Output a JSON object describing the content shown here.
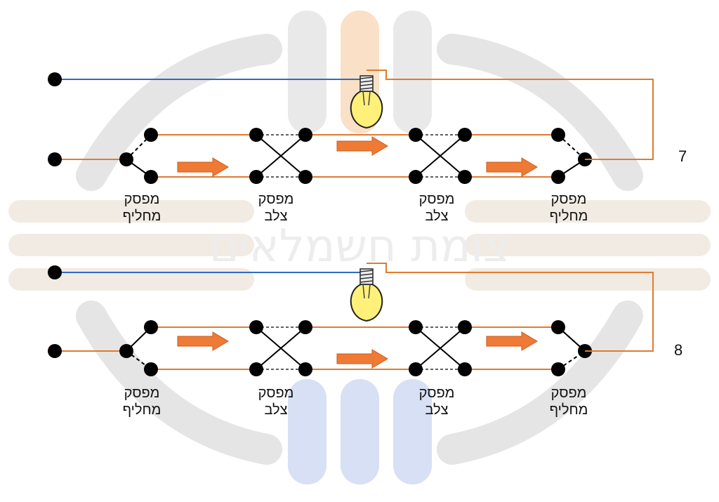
{
  "watermark": {
    "text": "צומת חשמלאים"
  },
  "colors": {
    "phase": "#e07b30",
    "neutral": "#2e6bbf",
    "arrow": "#ee7a35",
    "dot": "#000000",
    "bulb": "#fff07a"
  },
  "circuits": [
    {
      "number": "7",
      "labels": {
        "left_changeover_l1": "מפסק",
        "left_changeover_l2": "מחליף",
        "cross1_l1": "מפסק",
        "cross1_l2": "צלב",
        "cross2_l1": "מפסק",
        "cross2_l2": "צלב",
        "right_changeover_l1": "מפסק",
        "right_changeover_l2": "מחליף"
      }
    },
    {
      "number": "8",
      "labels": {
        "left_changeover_l1": "מפסק",
        "left_changeover_l2": "מחליף",
        "cross1_l1": "מפסק",
        "cross1_l2": "צלב",
        "cross2_l1": "מפסק",
        "cross2_l2": "צלב",
        "right_changeover_l1": "מפסק",
        "right_changeover_l2": "מחליף"
      }
    }
  ]
}
